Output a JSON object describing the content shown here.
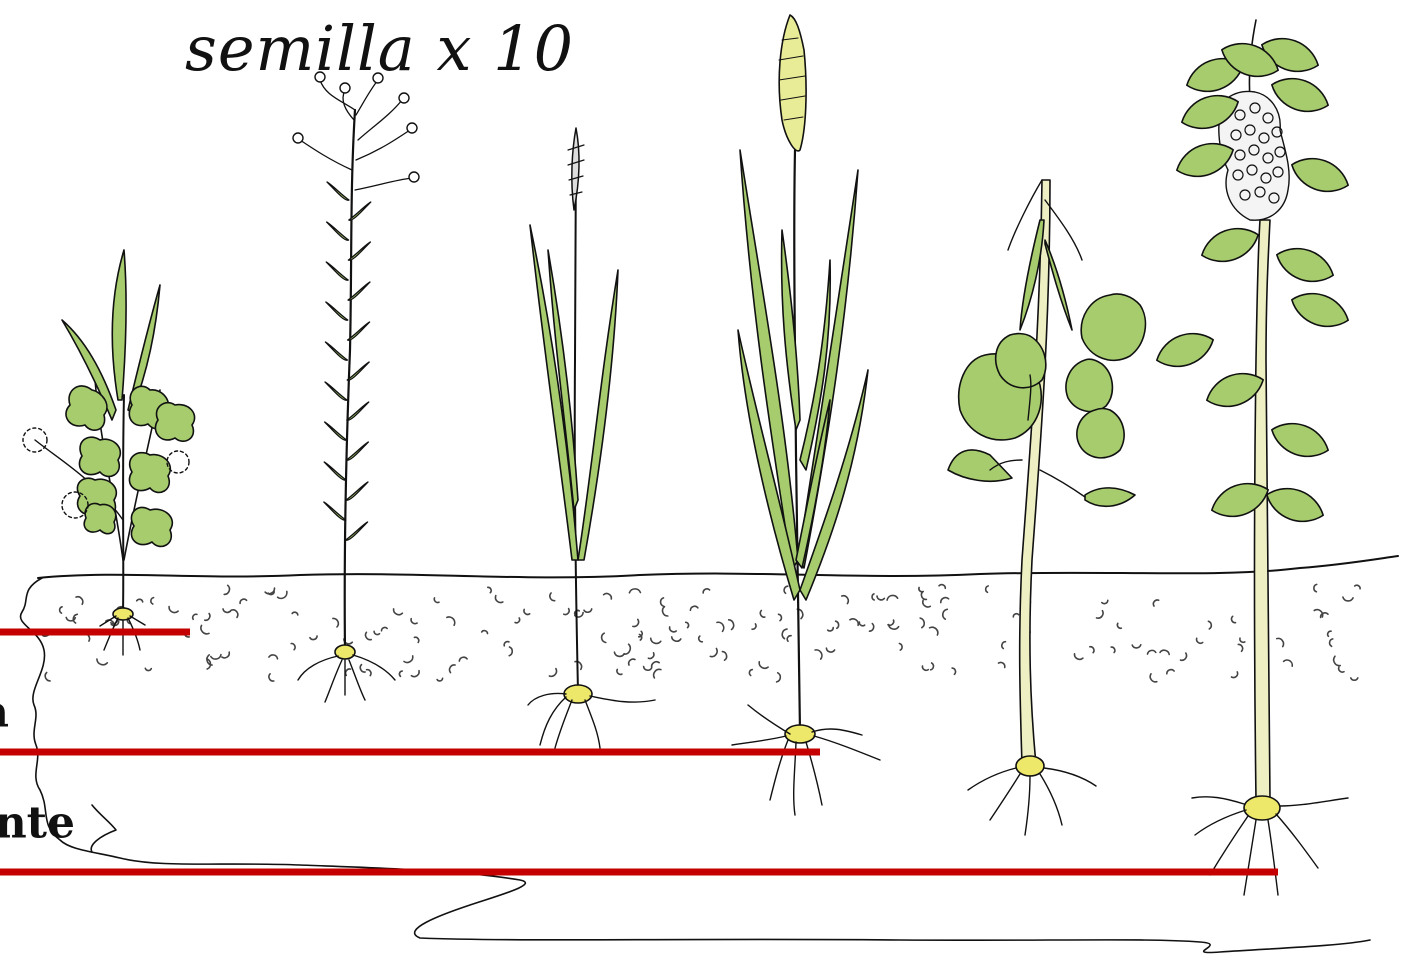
{
  "title": "semilla x 10",
  "labels": {
    "medium": "a",
    "deep": "nte"
  },
  "colors": {
    "leaf": "#a6cc6e",
    "leaf_dark": "#8fbf58",
    "stem_pale": "#eef0c4",
    "seed": "#eee86a",
    "depth_line": "#c40000",
    "ink": "#111111",
    "soil_speck": "#444444"
  },
  "plants": [
    {
      "id": "legume-small",
      "icons": [
        "clover-leaf-icon",
        "seed-icon"
      ]
    },
    {
      "id": "flax",
      "icons": [
        "seed-pod-icon",
        "seed-icon"
      ]
    },
    {
      "id": "grass-small",
      "icons": [
        "grass-spike-icon",
        "seed-icon"
      ]
    },
    {
      "id": "grass-tall",
      "icons": [
        "wheat-head-icon",
        "seed-icon"
      ]
    },
    {
      "id": "broadleaf",
      "icons": [
        "round-leaf-icon",
        "seed-icon"
      ]
    },
    {
      "id": "tall-broadleaf",
      "icons": [
        "seed-cluster-icon",
        "seed-icon"
      ]
    }
  ]
}
